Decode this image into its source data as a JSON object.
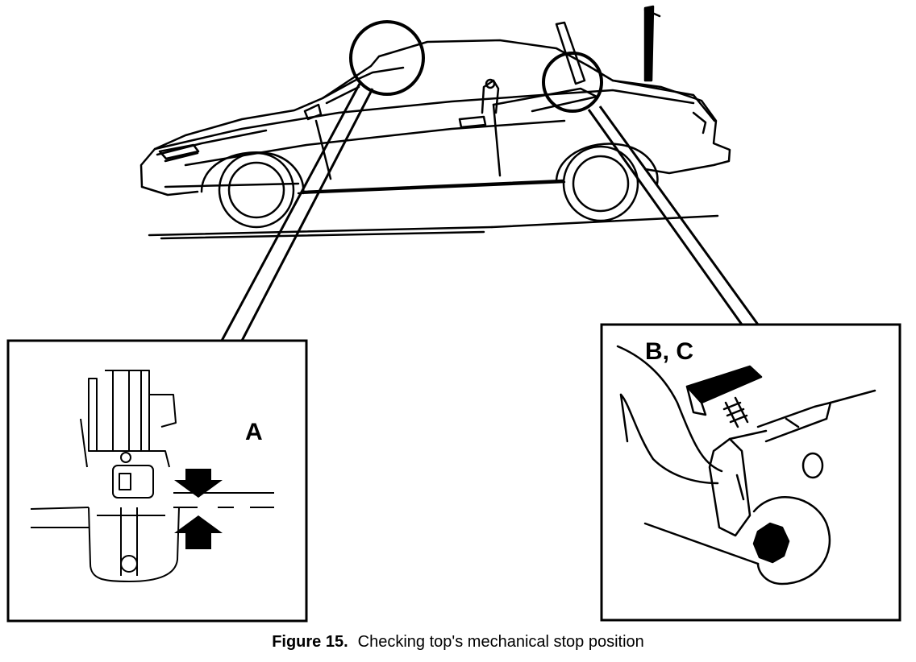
{
  "caption": {
    "figure_number": "Figure 15.",
    "title": "Checking top's mechanical stop position"
  },
  "detail_views": [
    {
      "id": "detail-a",
      "label": "A"
    },
    {
      "id": "detail-bc",
      "label": "B, C"
    }
  ]
}
